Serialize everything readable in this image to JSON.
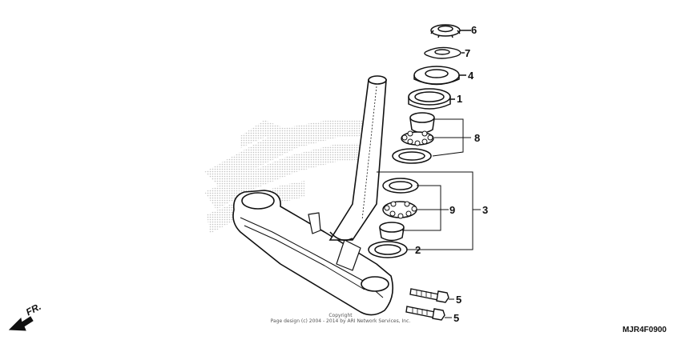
{
  "diagram": {
    "code": "MJR4F0900",
    "direction_label": "FR.",
    "copyright_line1": "Copyright",
    "copyright_line2": "Page design (c) 2004 - 2014 by ARI Network Services, Inc.",
    "callouts": {
      "c1": "1",
      "c2": "2",
      "c3": "3",
      "c4": "4",
      "c5a": "5",
      "c5b": "5",
      "c6": "6",
      "c7": "7",
      "c8": "8",
      "c9": "9"
    }
  }
}
